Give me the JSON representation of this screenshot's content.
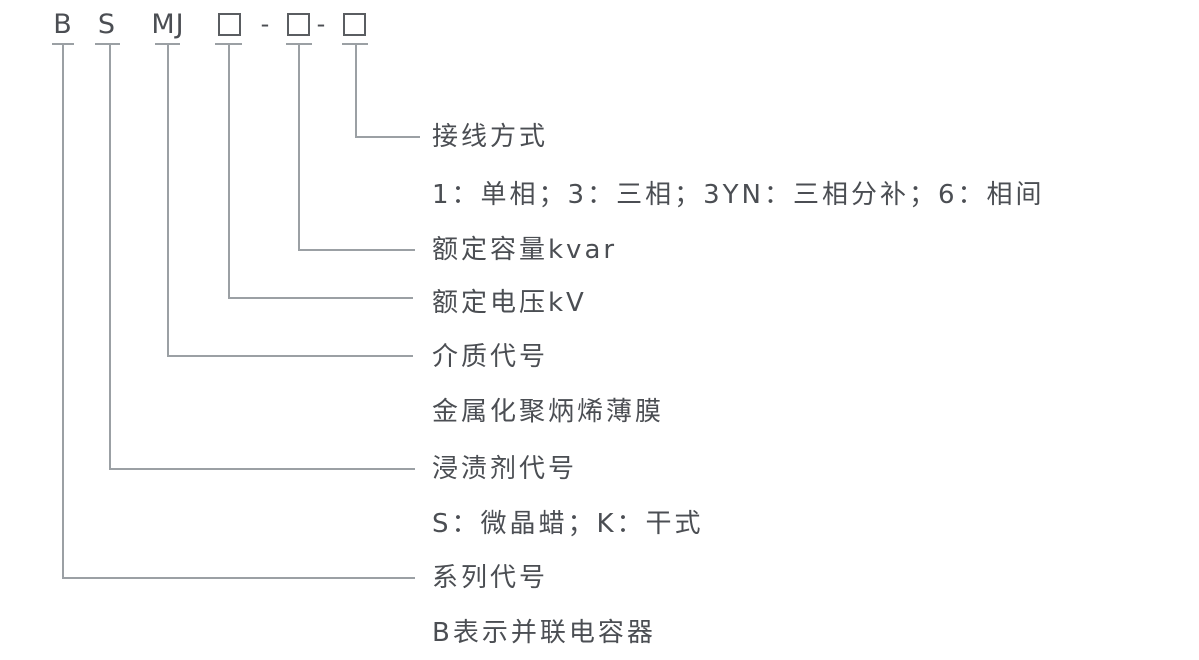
{
  "diagram": {
    "model_code": {
      "series_letter": "B",
      "impregnant_letter": "S",
      "dielectric_letters": "MJ",
      "dash": "-"
    },
    "entries": [
      {
        "key": "wiring-method",
        "code_part": "box-3",
        "label": "接线方式",
        "description": "1：单相；3：三相；3YN：三相分补；6：相间"
      },
      {
        "key": "rated-capacity",
        "code_part": "box-2",
        "label": "额定容量kvar"
      },
      {
        "key": "rated-voltage",
        "code_part": "box-1",
        "label": "额定电压kV"
      },
      {
        "key": "dielectric-code",
        "code_part": "letters-MJ",
        "label": "介质代号",
        "description": "金属化聚炳烯薄膜"
      },
      {
        "key": "impregnant-code",
        "code_part": "letter-S",
        "label": "浸渍剂代号",
        "description": "S：微晶蜡；K：干式"
      },
      {
        "key": "series-code",
        "code_part": "letter-B",
        "label": "系列代号",
        "description": "B表示并联电容器"
      }
    ],
    "colors": {
      "text": "#4b4e53",
      "line": "#9ba0a4",
      "background": "#ffffff"
    }
  }
}
